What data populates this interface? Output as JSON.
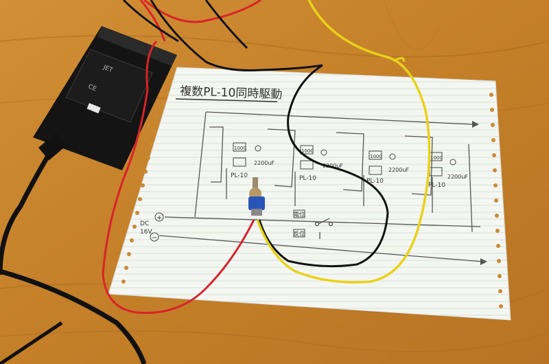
{
  "diagram": {
    "title": "複数PL-10同時駆動",
    "modules": [
      {
        "label": "PL-10",
        "cap": "2200uF",
        "part": "1000"
      },
      {
        "label": "PL-10",
        "cap": "2200uF",
        "part": "1000"
      },
      {
        "label": "PL-10",
        "cap": "2200uF",
        "part": "1000"
      },
      {
        "label": "PL-10",
        "cap": "2200uF",
        "part": "1000"
      }
    ],
    "supply_label": "DC",
    "supply_voltage": "16V",
    "plus_symbol": "+",
    "minus_symbol": "−",
    "switch_top_label": "電位",
    "switch_bottom_label": "反位"
  },
  "adapter": {
    "brand": "JET",
    "ce_mark": "CE"
  },
  "colors": {
    "floor": "#c9862e",
    "floor_dark": "#a86a1d",
    "paper": "#f3f5f2",
    "red_wire": "#d8232a",
    "black_wire": "#111111",
    "yellow_wire": "#e8d21a",
    "switch_blue": "#2a55b8"
  }
}
